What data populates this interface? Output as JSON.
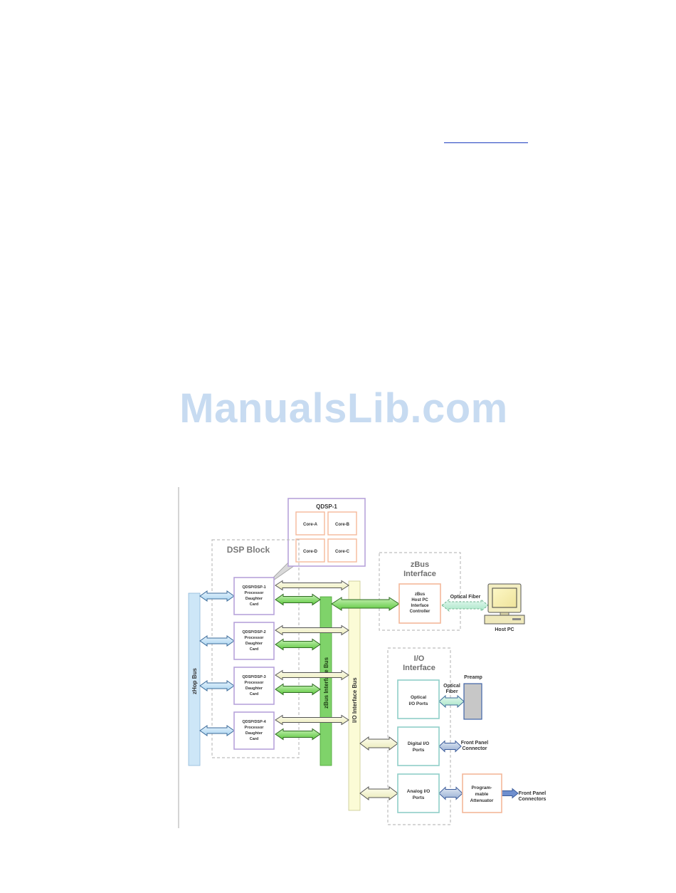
{
  "page": {
    "link_text": ""
  },
  "watermark": "ManualsLib.com",
  "diagram": {
    "qdsp_zoom": {
      "title": "QDSP-1",
      "cores": [
        "Core-A",
        "Core-B",
        "Core-D",
        "Core-C"
      ]
    },
    "dsp_block": {
      "title": "DSP Block",
      "cards": [
        [
          "QDSP/DSP-1",
          "Processor",
          "Daughter",
          "Card"
        ],
        [
          "QDSP/DSP-2",
          "Processor",
          "Daughter",
          "Card"
        ],
        [
          "QDSP/DSP-3",
          "Processor",
          "Daughter",
          "Card"
        ],
        [
          "QDSP/DSP-4",
          "Processor",
          "Daughter",
          "Card"
        ]
      ]
    },
    "buses": {
      "zhop": "zHop Bus",
      "zbus_interface": "zBus Interface Bus",
      "io_interface": "I/O Interface Bus"
    },
    "zbus_interface": {
      "title_lines": [
        "zBus",
        "Interface"
      ],
      "controller_lines": [
        "zBus",
        "Host PC",
        "Interface",
        "Controller"
      ],
      "optical_fiber": "Optical Fiber",
      "host_pc": "Host PC"
    },
    "io_interface": {
      "title_lines": [
        "I/O",
        "Interface"
      ],
      "optical_ports": [
        "Optical",
        "I/O Ports"
      ],
      "optical_fiber_lines": [
        "Optical",
        "Fiber"
      ],
      "preamp": "Preamp",
      "digital_ports": [
        "Digital I/O",
        "Ports"
      ],
      "front_panel_connector": [
        "Front Panel",
        "Connector"
      ],
      "analog_ports": [
        "Analog I/O",
        "Ports"
      ],
      "attenuator": [
        "Program-",
        "mable",
        "Attenuator"
      ],
      "front_panel_connectors": [
        "Front Panel",
        "Connectors"
      ]
    },
    "colors": {
      "dsp_purple": "#b7a3da",
      "core_orange": "#f4b89a",
      "io_teal": "#8fcfc8",
      "zhop_blue": "#cde6f7",
      "zbus_green": "#7fd36a",
      "io_yellow": "#fbfbd6"
    }
  }
}
